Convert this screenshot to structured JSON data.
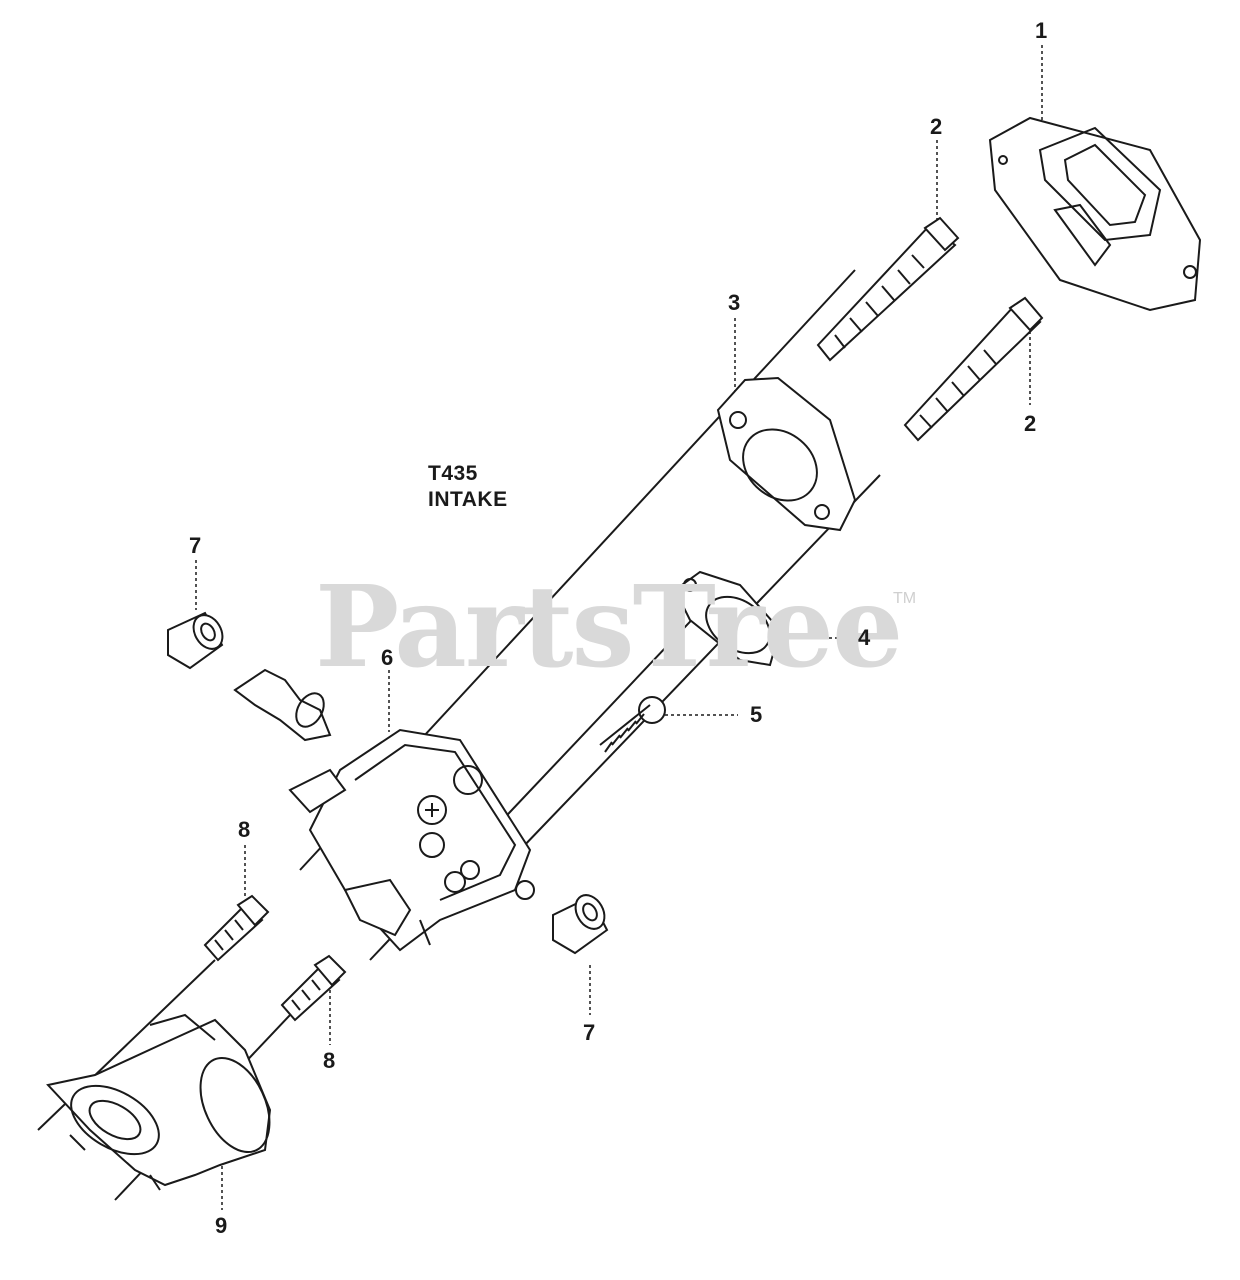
{
  "diagram": {
    "title_line1": "T435",
    "title_line2": "INTAKE",
    "watermark": "PartsTree",
    "trademark": "TM",
    "callouts": [
      {
        "id": "1",
        "label": "1"
      },
      {
        "id": "2a",
        "label": "2"
      },
      {
        "id": "2b",
        "label": "2"
      },
      {
        "id": "3",
        "label": "3"
      },
      {
        "id": "4",
        "label": "4"
      },
      {
        "id": "5",
        "label": "5"
      },
      {
        "id": "6",
        "label": "6"
      },
      {
        "id": "7a",
        "label": "7"
      },
      {
        "id": "7b",
        "label": "7"
      },
      {
        "id": "8a",
        "label": "8"
      },
      {
        "id": "8b",
        "label": "8"
      },
      {
        "id": "9",
        "label": "9"
      }
    ]
  }
}
